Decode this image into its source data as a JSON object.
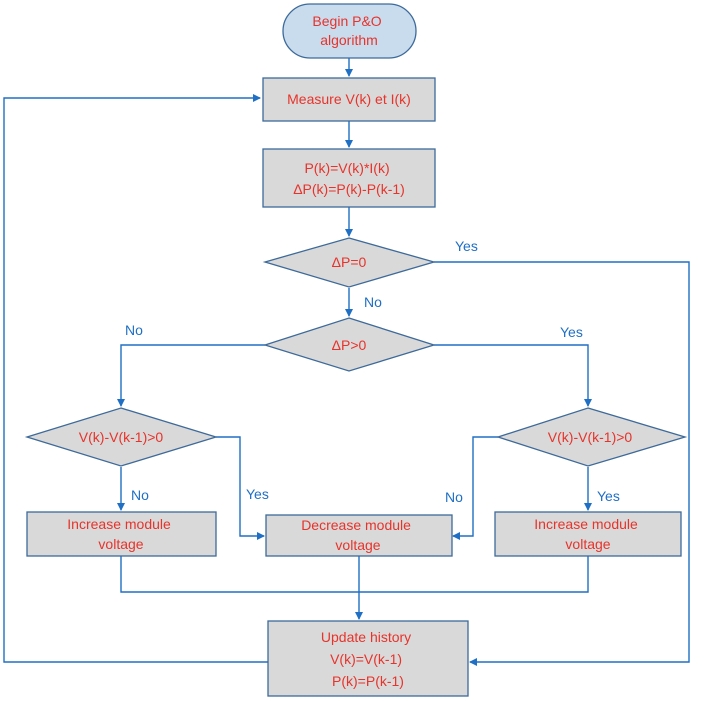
{
  "nodes": {
    "begin": [
      "Begin P&O",
      "algorithm"
    ],
    "measure": [
      "Measure V(k) et I(k)"
    ],
    "compute": [
      "P(k)=V(k)*I(k)",
      "ΔP(k)=P(k)-P(k-1)"
    ],
    "dp_zero": [
      "ΔP=0"
    ],
    "dp_pos": [
      "ΔP>0"
    ],
    "dv_left": [
      "V(k)-V(k-1)>0"
    ],
    "dv_right": [
      "V(k)-V(k-1)>0"
    ],
    "inc_left": [
      "Increase module",
      "voltage"
    ],
    "decrease": [
      "Decrease module",
      "voltage"
    ],
    "inc_right": [
      "Increase module",
      "voltage"
    ],
    "update": [
      "Update history",
      "V(k)=V(k-1)",
      "P(k)=P(k-1)"
    ]
  },
  "edge_labels": {
    "dp_zero_yes": "Yes",
    "dp_zero_no": "No",
    "dp_pos_no": "No",
    "dp_pos_yes": "Yes",
    "dv_left_no": "No",
    "dv_left_yes": "Yes",
    "dv_right_no": "No",
    "dv_right_yes": "Yes"
  },
  "colors": {
    "node_text": "#e8332a",
    "edge": "#1f6fc5",
    "box_fill": "#d9d9d9",
    "terminal_fill": "#c9dcee",
    "border": "#3d6a9a"
  }
}
